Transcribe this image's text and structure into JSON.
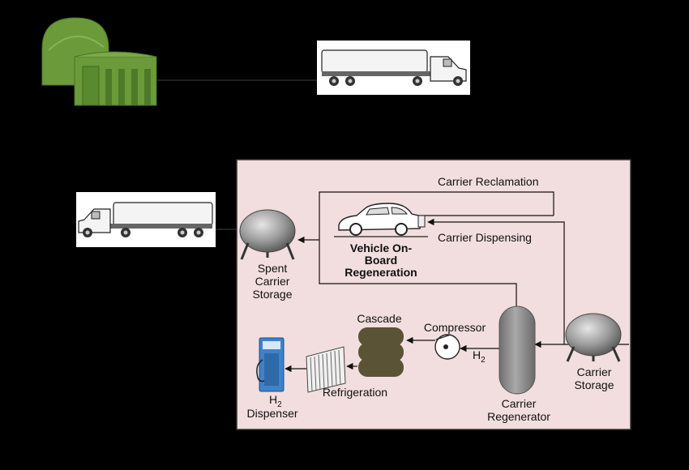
{
  "labels": {
    "carrier_reclamation": "Carrier Reclamation",
    "carrier_dispensing": "Carrier Dispensing",
    "vehicle_onboard_line1": "Vehicle On-",
    "vehicle_onboard_line2": "Board",
    "vehicle_onboard_line3": "Regeneration",
    "spent_storage_line1": "Spent",
    "spent_storage_line2": "Carrier",
    "spent_storage_line3": "Storage",
    "cascade": "Cascade",
    "compressor": "Compressor",
    "h2_main": "H",
    "h2_sub": "2",
    "refrigeration": "Refrigeration",
    "dispenser_h": "H",
    "dispenser_sub": "2",
    "dispenser_word": "Dispenser",
    "regenerator_line1": "Carrier",
    "regenerator_line2": "Regenerator",
    "carrier_storage_line1": "Carrier",
    "carrier_storage_line2": "Storage"
  },
  "colors": {
    "background": "#000000",
    "panel": "#f2dede",
    "plant": "#6b9a3a",
    "tank": "#9a9a9a",
    "cascade": "#5a5335",
    "dispenser": "#3e82c9"
  }
}
